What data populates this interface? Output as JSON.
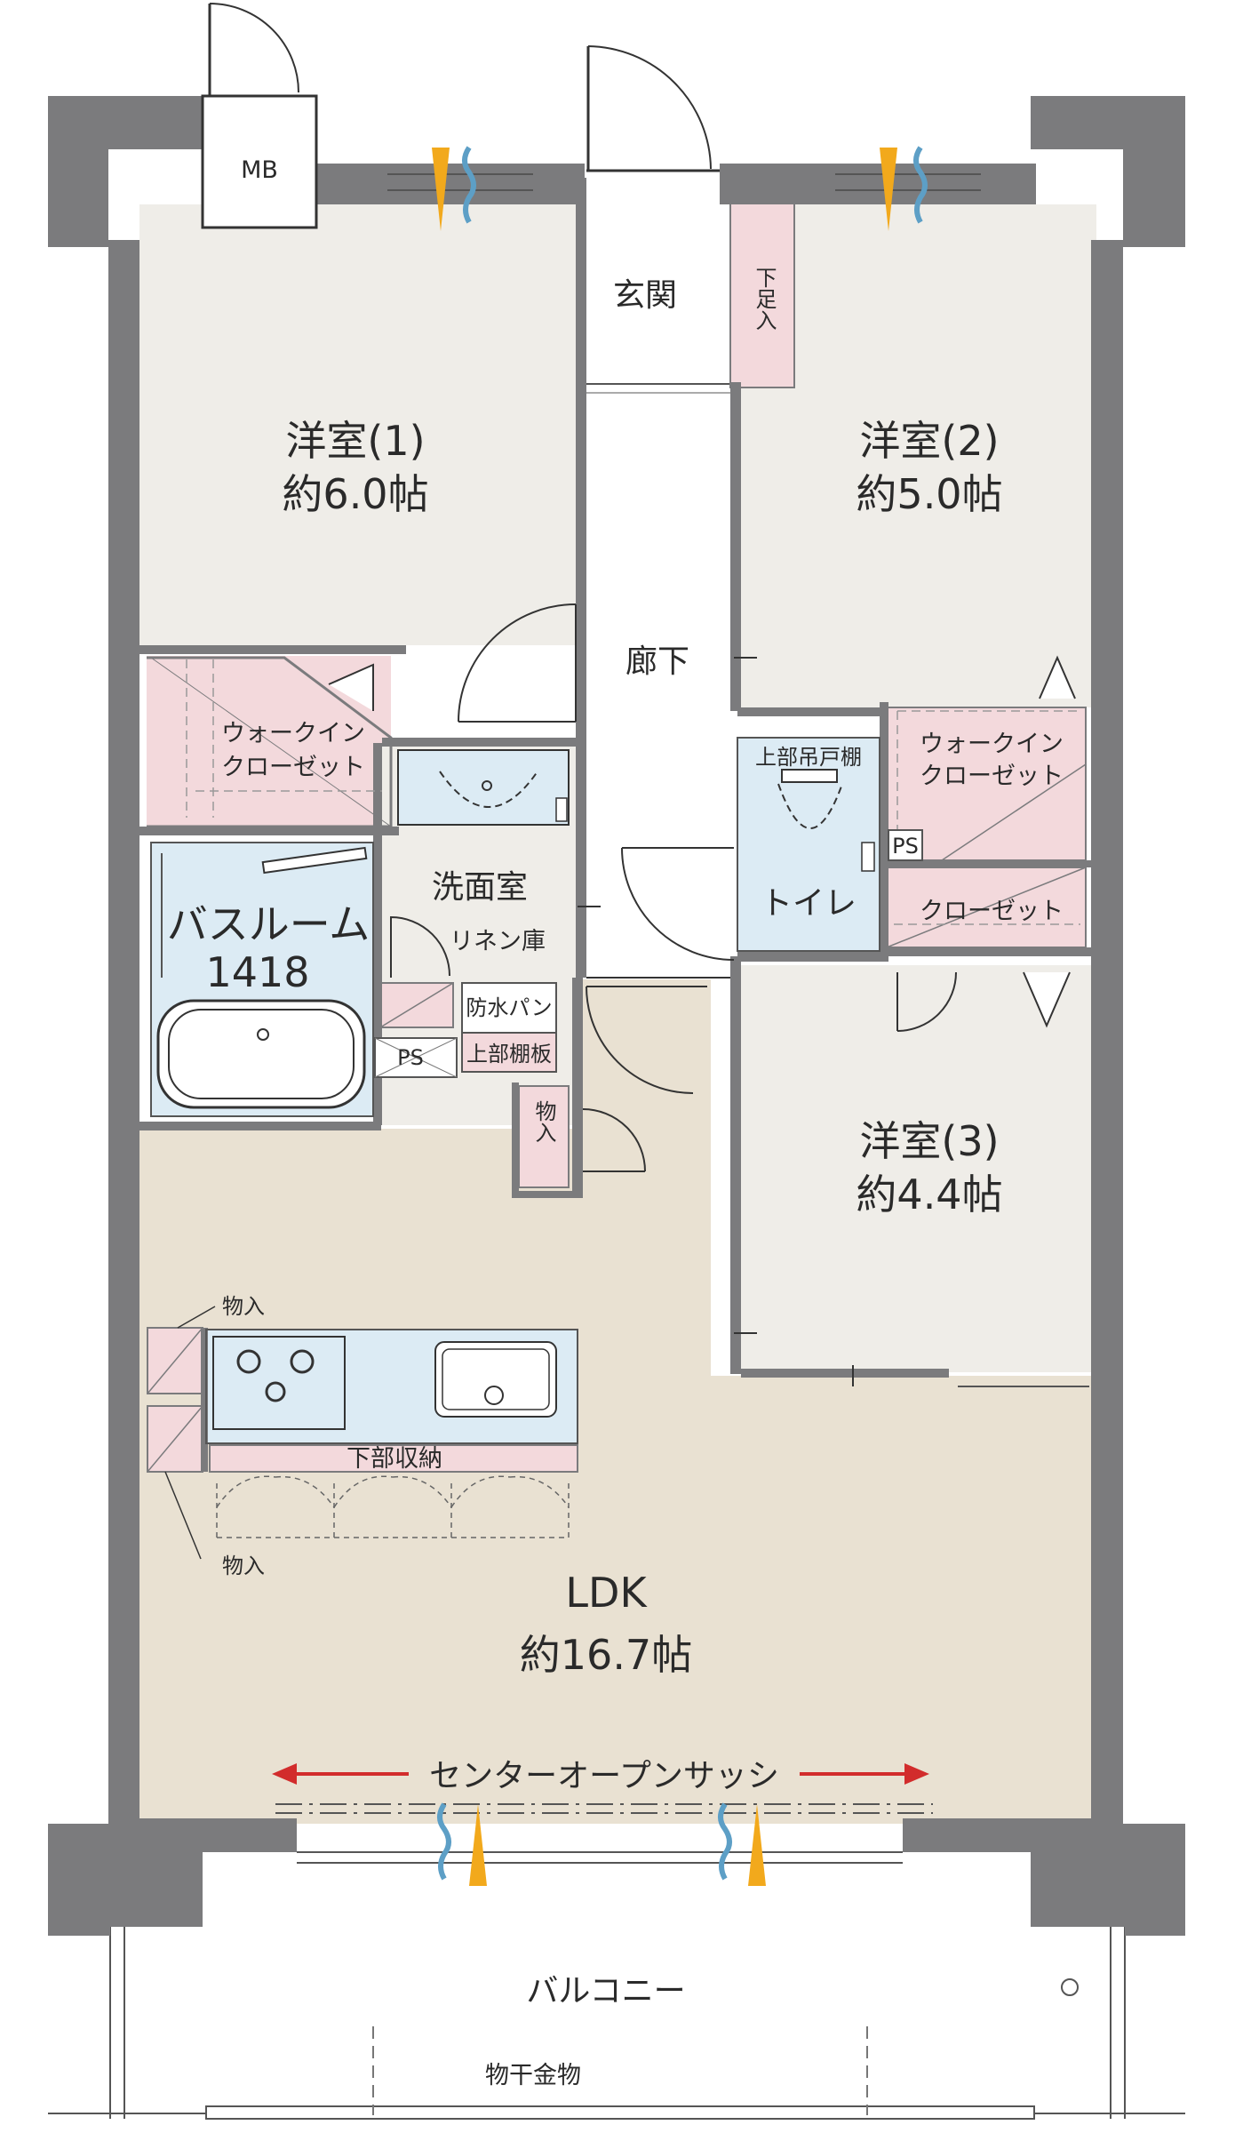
{
  "rooms": {
    "mb": "MB",
    "genkan": "玄関",
    "getabako": "下足入",
    "room1_name": "洋室(1)",
    "room1_size": "約6.0帖",
    "room2_name": "洋室(2)",
    "room2_size": "約5.0帖",
    "room3_name": "洋室(3)",
    "room3_size": "約4.4帖",
    "corridor": "廊下",
    "wic1_line1": "ウォークイン",
    "wic1_line2": "クローゼット",
    "wic2_line1": "ウォークイン",
    "wic2_line2": "クローゼット",
    "closet": "クローゼット",
    "ps1": "PS",
    "ps2": "PS",
    "upper_cabinet": "上部吊戸棚",
    "toilet": "トイレ",
    "washroom": "洗面室",
    "linen": "リネン庫",
    "waterproof_pan": "防水パン",
    "upper_shelf": "上部棚板",
    "bath_name": "バスルーム",
    "bath_size": "1418",
    "storage_hall": "物入",
    "storage_kitchen_top": "物入",
    "storage_kitchen_bottom": "物入",
    "under_storage": "下部収納",
    "ldk_name": "LDK",
    "ldk_size": "約16.7帖",
    "center_sash": "センターオープンサッシ",
    "balcony": "バルコニー",
    "drying_hardware": "物干金物"
  },
  "colors": {
    "wall": "#7b7b7d",
    "room_floor": "#efede8",
    "ldk_floor": "#e9e1d2",
    "storage_pink": "#f3d9dc",
    "wet_blue": "#dcebf4",
    "arrow_red": "#d22c2c",
    "vent_yellow": "#f2a91c",
    "vent_blue": "#5d9fc6"
  }
}
